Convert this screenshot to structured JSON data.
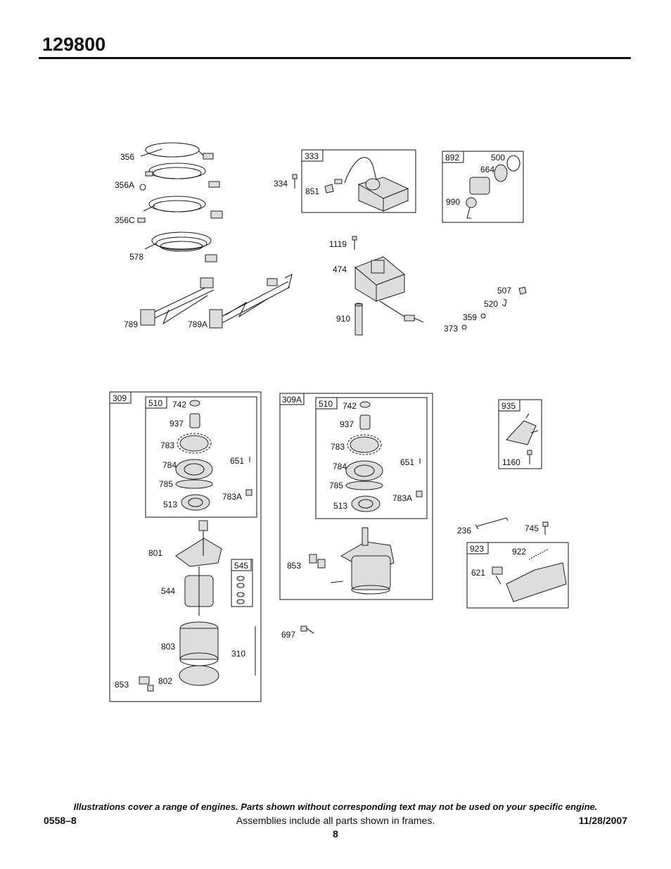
{
  "header": {
    "model": "129800"
  },
  "footer": {
    "note": "Illustrations cover a range of engines. Parts shown without corresponding text may not be used on your specific engine.",
    "code": "0558–8",
    "assemblies": "Assemblies include all parts shown in frames.",
    "date": "11/28/2007",
    "page": "8"
  },
  "labels": {
    "p356": "356",
    "p356A": "356A",
    "p356C": "356C",
    "p578": "578",
    "p789": "789",
    "p789A": "789A",
    "p333": "333",
    "p334": "334",
    "p851": "851",
    "p1119": "1119",
    "p474": "474",
    "p910": "910",
    "p892": "892",
    "p500": "500",
    "p664": "664",
    "p990": "990",
    "p507": "507",
    "p520": "520",
    "p359": "359",
    "p373": "373",
    "p309": "309",
    "p510a": "510",
    "p742a": "742",
    "p937a": "937",
    "p783a": "783",
    "p784a": "784",
    "p651a": "651",
    "p785a": "785",
    "p783Aa": "783A",
    "p513a": "513",
    "p801": "801",
    "p545": "545",
    "p544": "544",
    "p803": "803",
    "p310": "310",
    "p853a": "853",
    "p802": "802",
    "p309A": "309A",
    "p510b": "510",
    "p742b": "742",
    "p937b": "937",
    "p783b": "783",
    "p784b": "784",
    "p651b": "651",
    "p785b": "785",
    "p783Ab": "783A",
    "p513b": "513",
    "p853b": "853",
    "p697": "697",
    "p935": "935",
    "p1160": "1160",
    "p236": "236",
    "p745": "745",
    "p923": "923",
    "p922": "922",
    "p621": "621"
  }
}
